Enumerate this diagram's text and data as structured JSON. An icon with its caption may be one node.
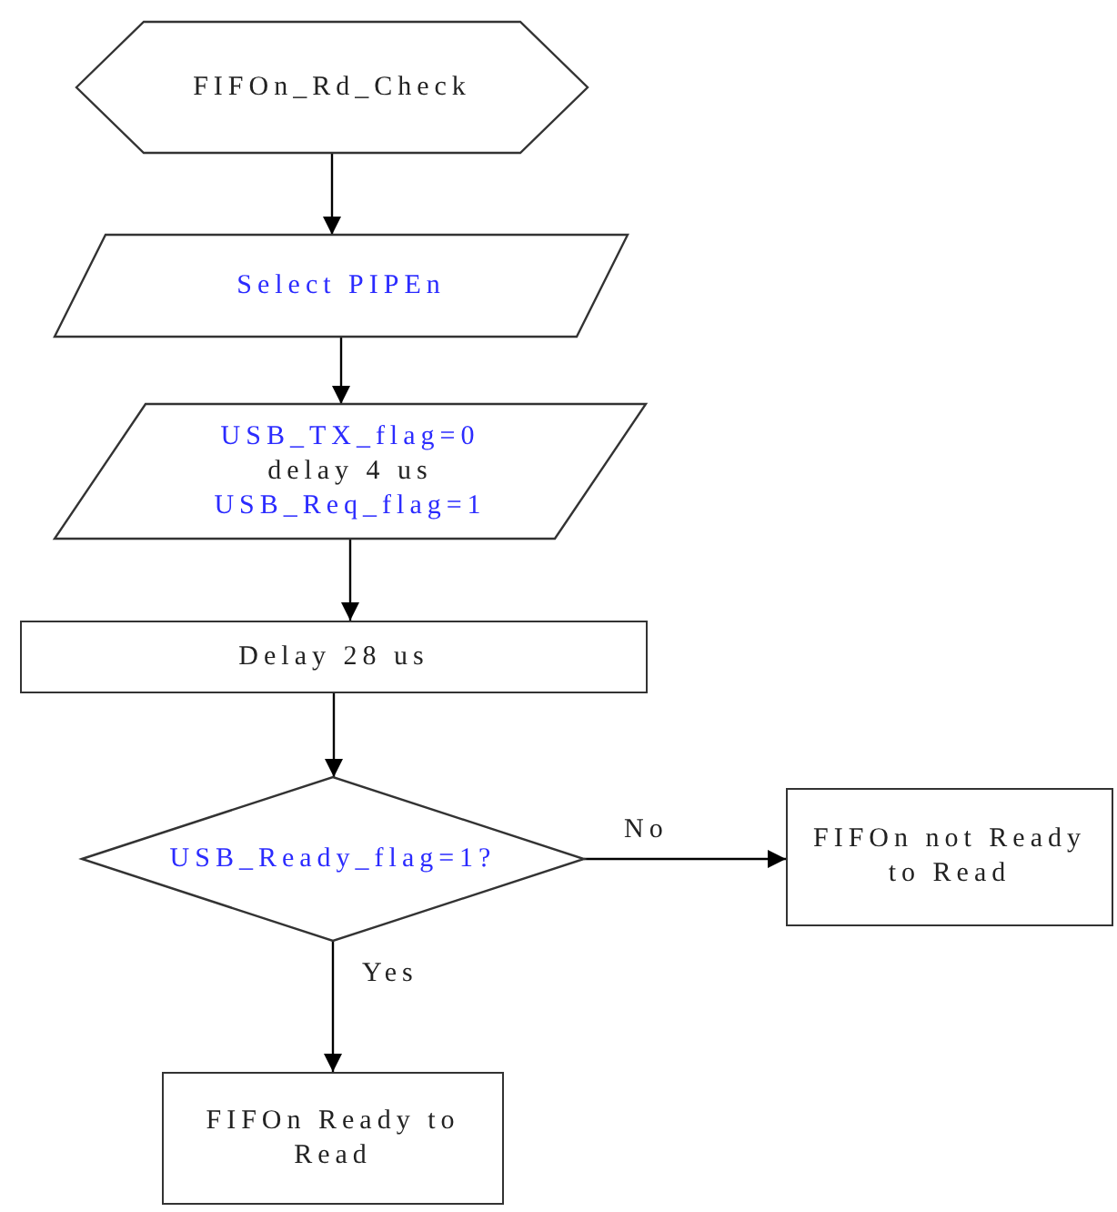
{
  "diagram": {
    "nodes": [
      {
        "text": [
          "FIFOn_Rd_Check"
        ]
      },
      {
        "text": [
          "Select PIPEn"
        ]
      },
      {
        "text": [
          "USB_TX_flag=0",
          "delay 4 us",
          "USB_Req_flag=1"
        ]
      },
      {
        "text": [
          "Delay 28 us"
        ]
      },
      {
        "text": [
          "USB_Ready_flag=1?"
        ]
      },
      {
        "text": [
          "FIFOn not Ready to Read"
        ]
      },
      {
        "text": [
          "FIFOn Ready to Read"
        ]
      }
    ],
    "edges": [
      {
        "from": 0,
        "to": 1,
        "arrow": "to"
      },
      {
        "from": 1,
        "to": 2,
        "arrow": "to"
      },
      {
        "from": 2,
        "to": 3,
        "arrow": "to"
      },
      {
        "from": 3,
        "to": 4,
        "arrow": "to"
      },
      {
        "from": 4,
        "to": 5,
        "arrow": "to",
        "label": "No"
      },
      {
        "from": 4,
        "to": 6,
        "arrow": "to",
        "label": "Yes"
      }
    ]
  }
}
